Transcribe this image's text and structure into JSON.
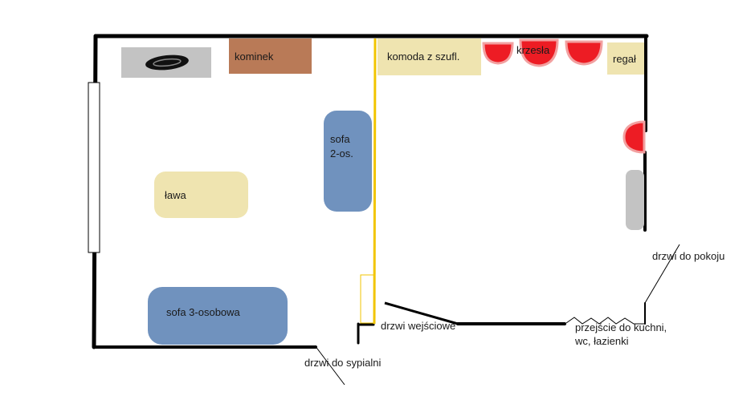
{
  "labels": {
    "fireplace": "kominek",
    "dresser": "komoda z szufl.",
    "chairs": "krzesła",
    "shelf": "regał",
    "loveseat_line1": "sofa",
    "loveseat_line2": "2-os.",
    "coffee_table": "ława",
    "sofa_3": "sofa 3-osobowa",
    "entrance_door": "drzwi wejściowe",
    "kitchen_passage_line1": "przejście do kuchni,",
    "kitchen_passage_line2": "wc, łazienki",
    "room_door": "drzwi do pokoju",
    "bedroom_door": "drzwi do sypialni"
  },
  "colors": {
    "wall": "#000000",
    "partition": "#f2c500",
    "fireplace": "#b97a57",
    "light_furniture": "#efe4b0",
    "sofa": "#7092be",
    "chair": "#ed1c24",
    "grey_item": "#c3c3c3",
    "stove": "#111111"
  }
}
